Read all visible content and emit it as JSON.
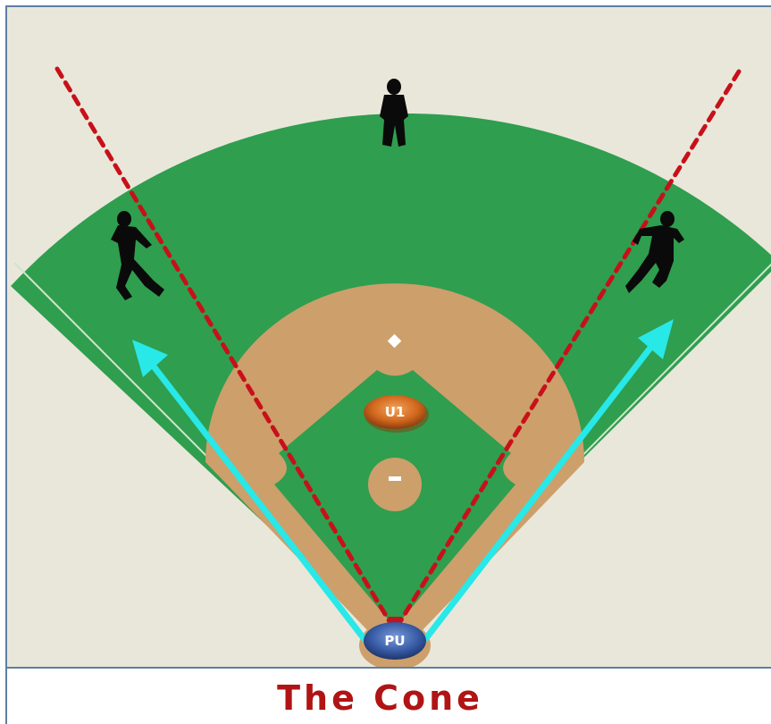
{
  "caption": "The Cone",
  "markers": {
    "umpire_first": "U1",
    "plate_umpire": "PU"
  },
  "colors": {
    "background": "#e9e7da",
    "outfield_grass": "#2f9e4f",
    "infield_dirt": "#cd9f6b",
    "cone_lines": "#c8101a",
    "arrows": "#28e8e8",
    "caption": "#b01414",
    "u1_marker": "#d2691e",
    "pu_marker": "#3a5ea8"
  },
  "icons": [
    "center-fielder-silhouette",
    "left-fielder-silhouette",
    "right-fielder-silhouette",
    "second-base-icon",
    "pitchers-rubber-icon"
  ]
}
